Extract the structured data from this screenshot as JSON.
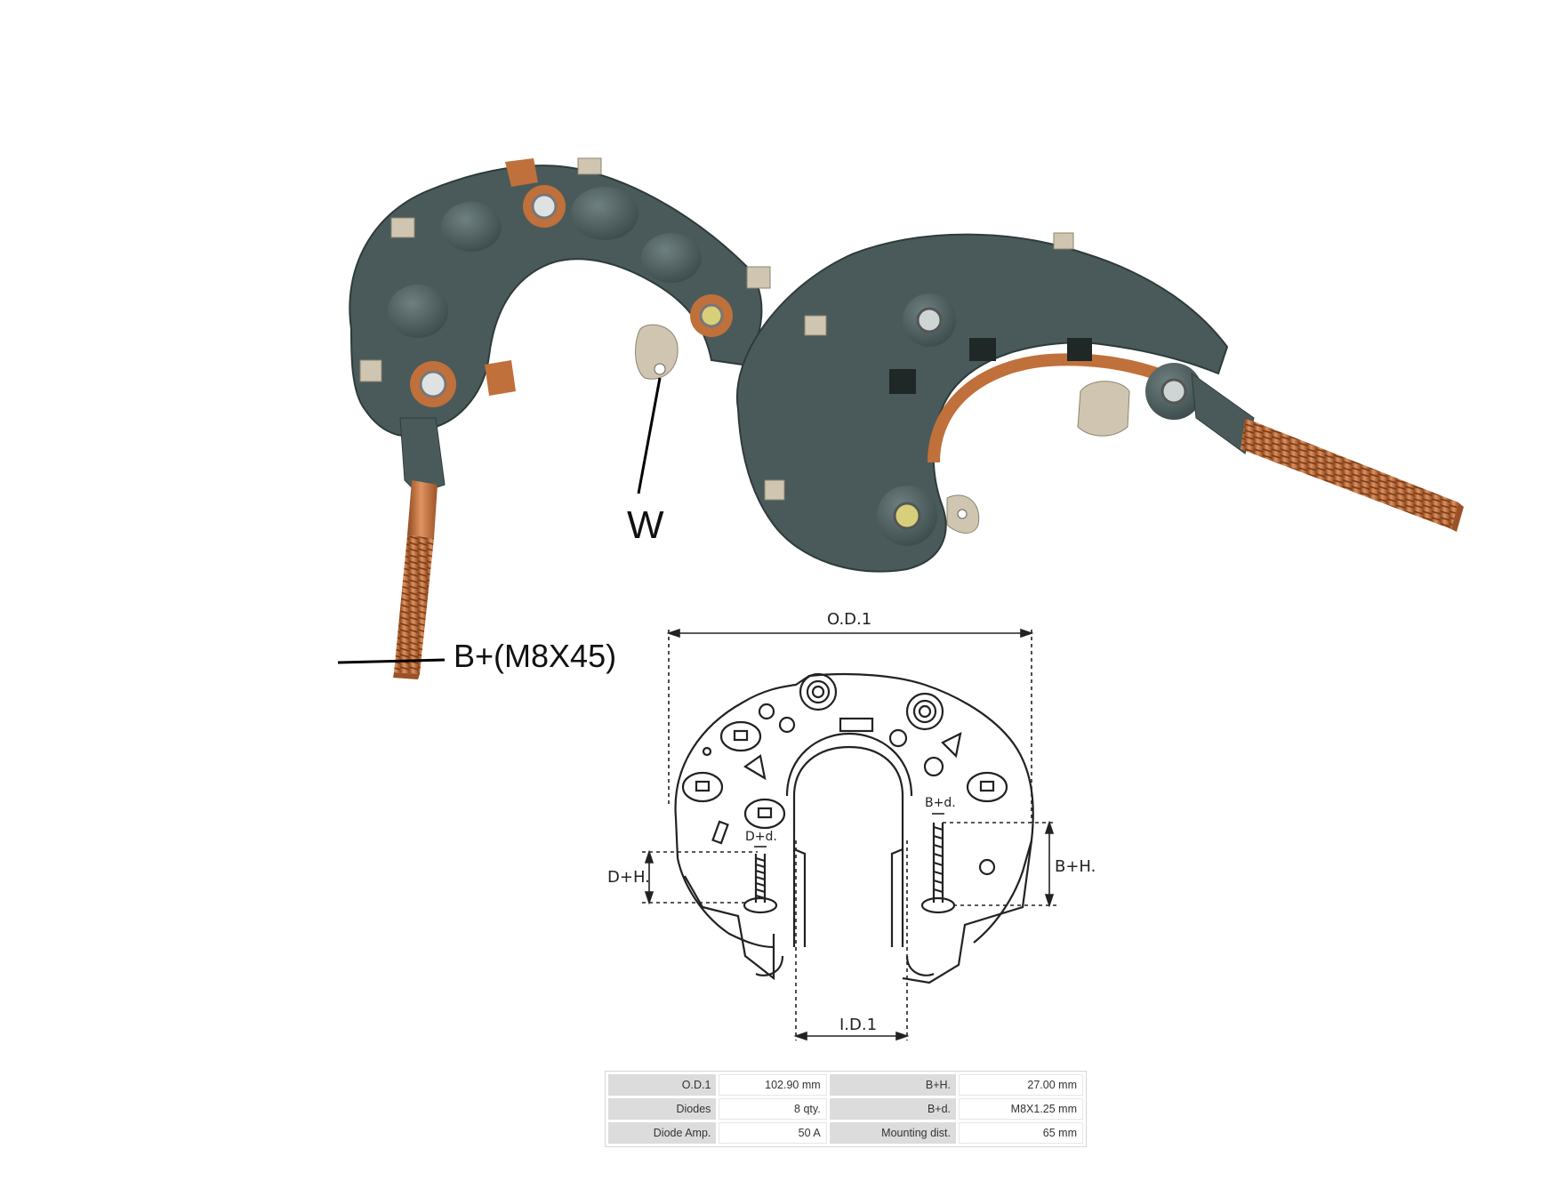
{
  "callouts": {
    "w_label": "W",
    "b_plus_label": "B+(M8X45)"
  },
  "drawing": {
    "od_label": "O.D.1",
    "id_label": "I.D.1",
    "dh_label": "D+H.",
    "dd_label": "D+d.",
    "bh_label": "B+H.",
    "bd_label": "B+d."
  },
  "specs": [
    {
      "k1": "O.D.1",
      "v1": "102.90 mm",
      "k2": "B+H.",
      "v2": "27.00 mm"
    },
    {
      "k1": "Diodes",
      "v1": "8 qty.",
      "k2": "B+d.",
      "v2": "M8X1.25 mm"
    },
    {
      "k1": "Diode Amp.",
      "v1": "50 A",
      "k2": "Mounting dist.",
      "v2": "65 mm"
    }
  ],
  "colors": {
    "housing": "#4a5a5a",
    "copper": "#c0703a",
    "insulator": "#cfc5b0"
  }
}
